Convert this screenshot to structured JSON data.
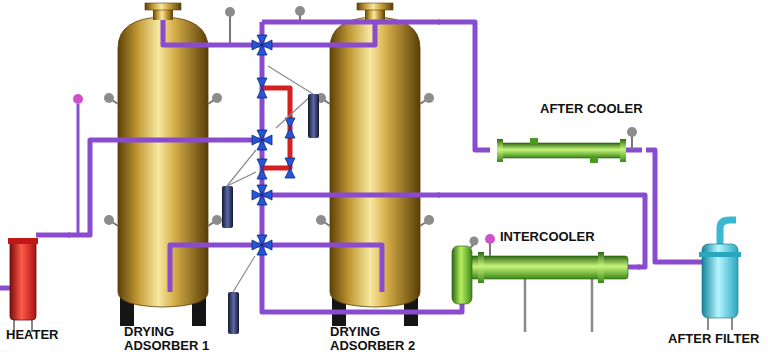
{
  "diagram": {
    "nodes": [
      {
        "text": [
          "HEATER"
        ]
      },
      {
        "text": [
          "DRYING ADSORBER 1"
        ]
      },
      {
        "text": [
          "DRYING ADSORBER 2"
        ]
      },
      {
        "text": [
          "AFTER COOLER"
        ]
      },
      {
        "text": [
          "INTERCOOLER"
        ]
      },
      {
        "text": [
          "AFTER FILTER"
        ]
      }
    ],
    "edges": [
      {
        "from": 0,
        "to": 1,
        "arrow": "none"
      },
      {
        "from": 2,
        "to": 3,
        "arrow": "none"
      },
      {
        "from": 3,
        "to": 5,
        "arrow": "none"
      },
      {
        "from": 4,
        "to": 2,
        "arrow": "none"
      }
    ]
  }
}
